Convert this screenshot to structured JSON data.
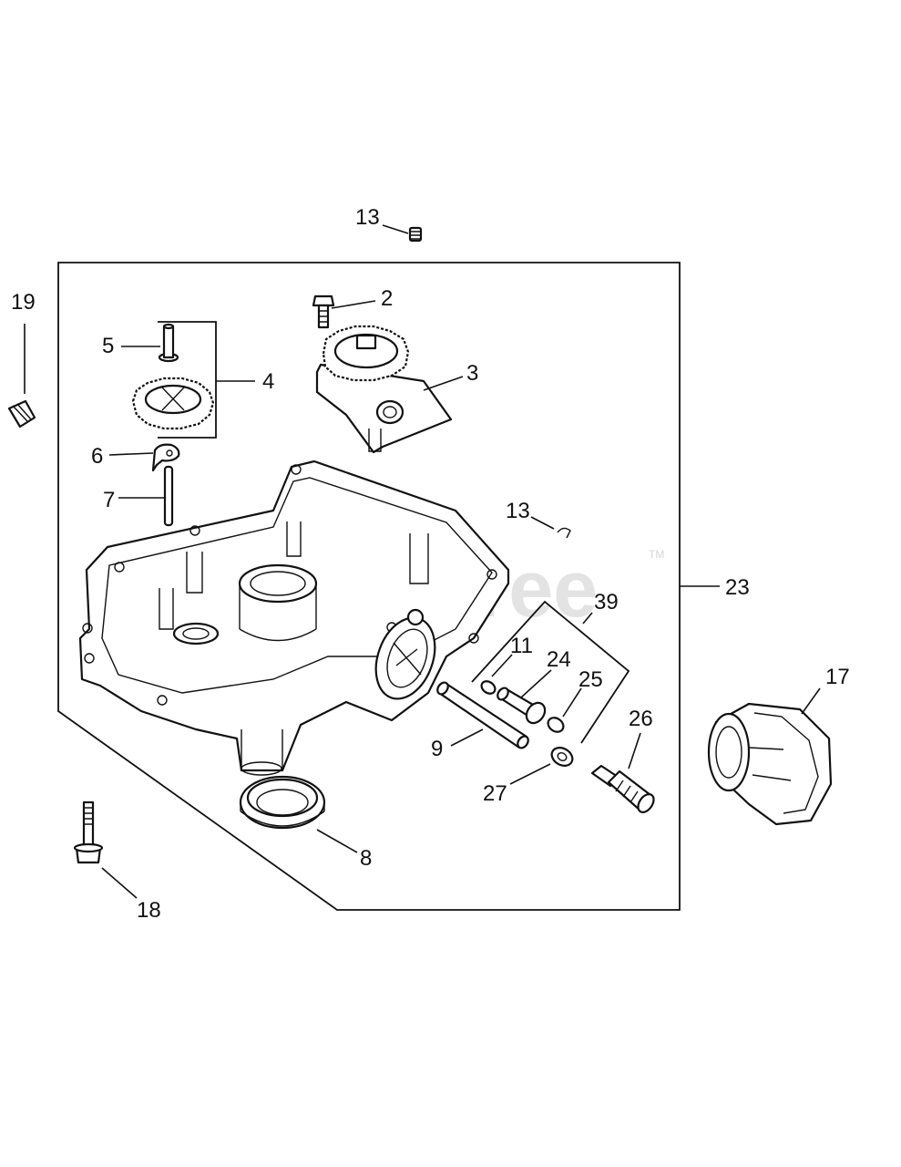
{
  "watermark": {
    "text": "PartsTree",
    "trademark": "TM"
  },
  "callouts": [
    {
      "id": "c13a",
      "label": "13"
    },
    {
      "id": "c2",
      "label": "2"
    },
    {
      "id": "c19",
      "label": "19"
    },
    {
      "id": "c5",
      "label": "5"
    },
    {
      "id": "c4",
      "label": "4"
    },
    {
      "id": "c3",
      "label": "3"
    },
    {
      "id": "c6",
      "label": "6"
    },
    {
      "id": "c7",
      "label": "7"
    },
    {
      "id": "c13b",
      "label": "13"
    },
    {
      "id": "c23",
      "label": "23"
    },
    {
      "id": "c39",
      "label": "39"
    },
    {
      "id": "c11",
      "label": "11"
    },
    {
      "id": "c24",
      "label": "24"
    },
    {
      "id": "c25",
      "label": "25"
    },
    {
      "id": "c17",
      "label": "17"
    },
    {
      "id": "c26",
      "label": "26"
    },
    {
      "id": "c9",
      "label": "9"
    },
    {
      "id": "c27",
      "label": "27"
    },
    {
      "id": "c8",
      "label": "8"
    },
    {
      "id": "c18",
      "label": "18"
    }
  ]
}
